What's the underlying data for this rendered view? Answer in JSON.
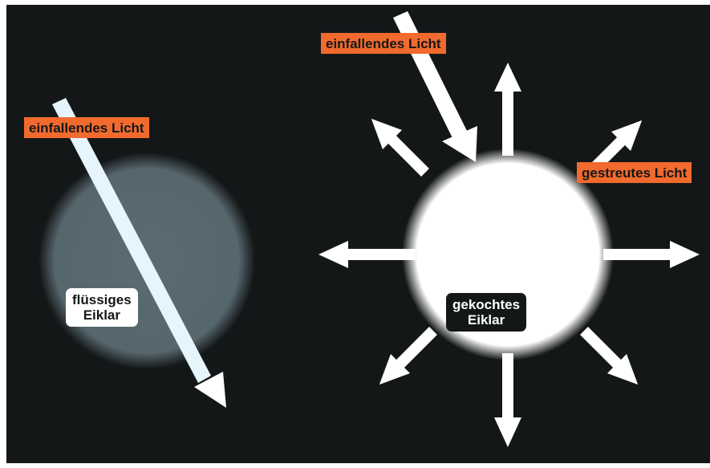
{
  "labels": {
    "incident_left": "einfallendes Licht",
    "liquid_line1": "flüssiges",
    "liquid_line2": "Eiklar",
    "incident_right": "einfallendes Licht",
    "scattered": "gestreutes Licht",
    "cooked_line1": "gekochtes",
    "cooked_line2": "Eiklar"
  },
  "colors": {
    "background": "#141718",
    "label_orange": "#f26a2d",
    "liquid_sphere": "#5b6b72",
    "light_beam_left": "#e6f4fb",
    "cooked_sphere": "#ffffff",
    "arrows": "#ffffff"
  },
  "icons": {
    "incident_arrow": "arrow-down-right",
    "scatter_arrows": "radial-arrows-8"
  }
}
